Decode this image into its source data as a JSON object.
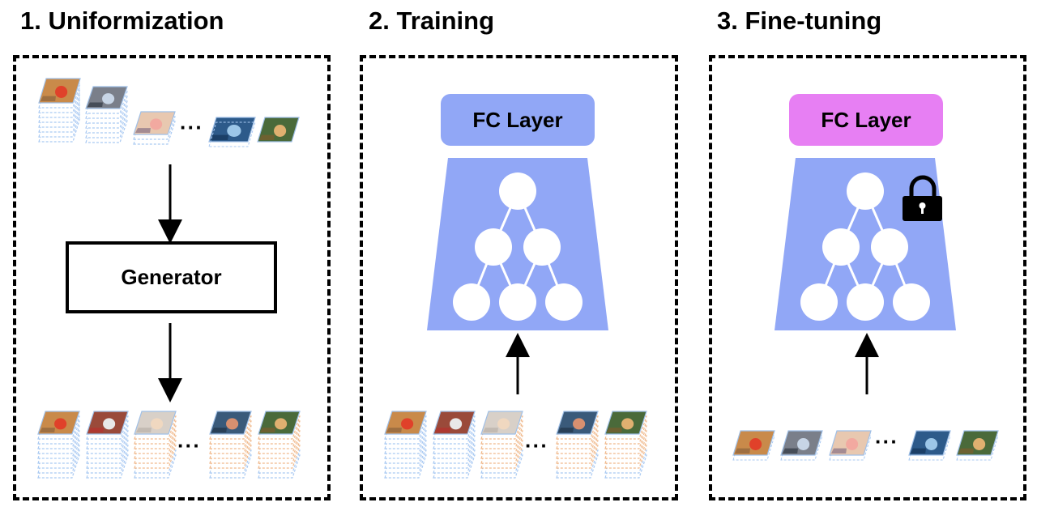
{
  "panels": [
    {
      "title": "1. Uniformization"
    },
    {
      "title": "2. Training"
    },
    {
      "title": "3. Fine-tuning"
    }
  ],
  "generator_label": "Generator",
  "fc_layer_label": "FC Layer",
  "ellipsis": "···",
  "colors": {
    "stack_blue": "#a9c9f2",
    "stack_orange": "#f0b98c",
    "network_blue": "#91a7f6",
    "fc_training": "#91a7f6",
    "fc_finetune": "#e77ff3"
  },
  "icons": [
    "lock-icon"
  ]
}
